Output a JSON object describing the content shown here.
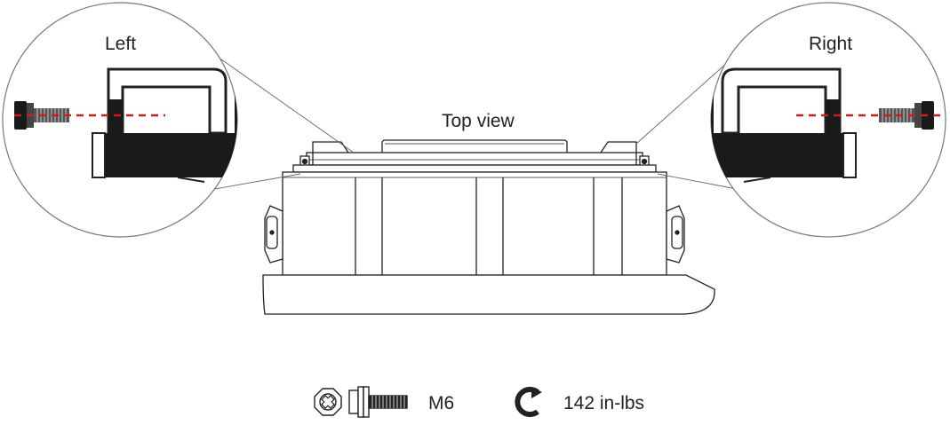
{
  "labels": {
    "left": "Left",
    "right": "Right",
    "top_view": "Top view"
  },
  "fastener": {
    "icons": [
      "phillips-head-icon",
      "bolt-with-washer-icon"
    ],
    "size": "M6"
  },
  "torque": {
    "icon": "torque-arrow-icon",
    "value": "142 in-lbs"
  },
  "colors": {
    "line": "#222222",
    "dark_fill": "#1a1a1a",
    "centerline": "#d11a1a"
  }
}
